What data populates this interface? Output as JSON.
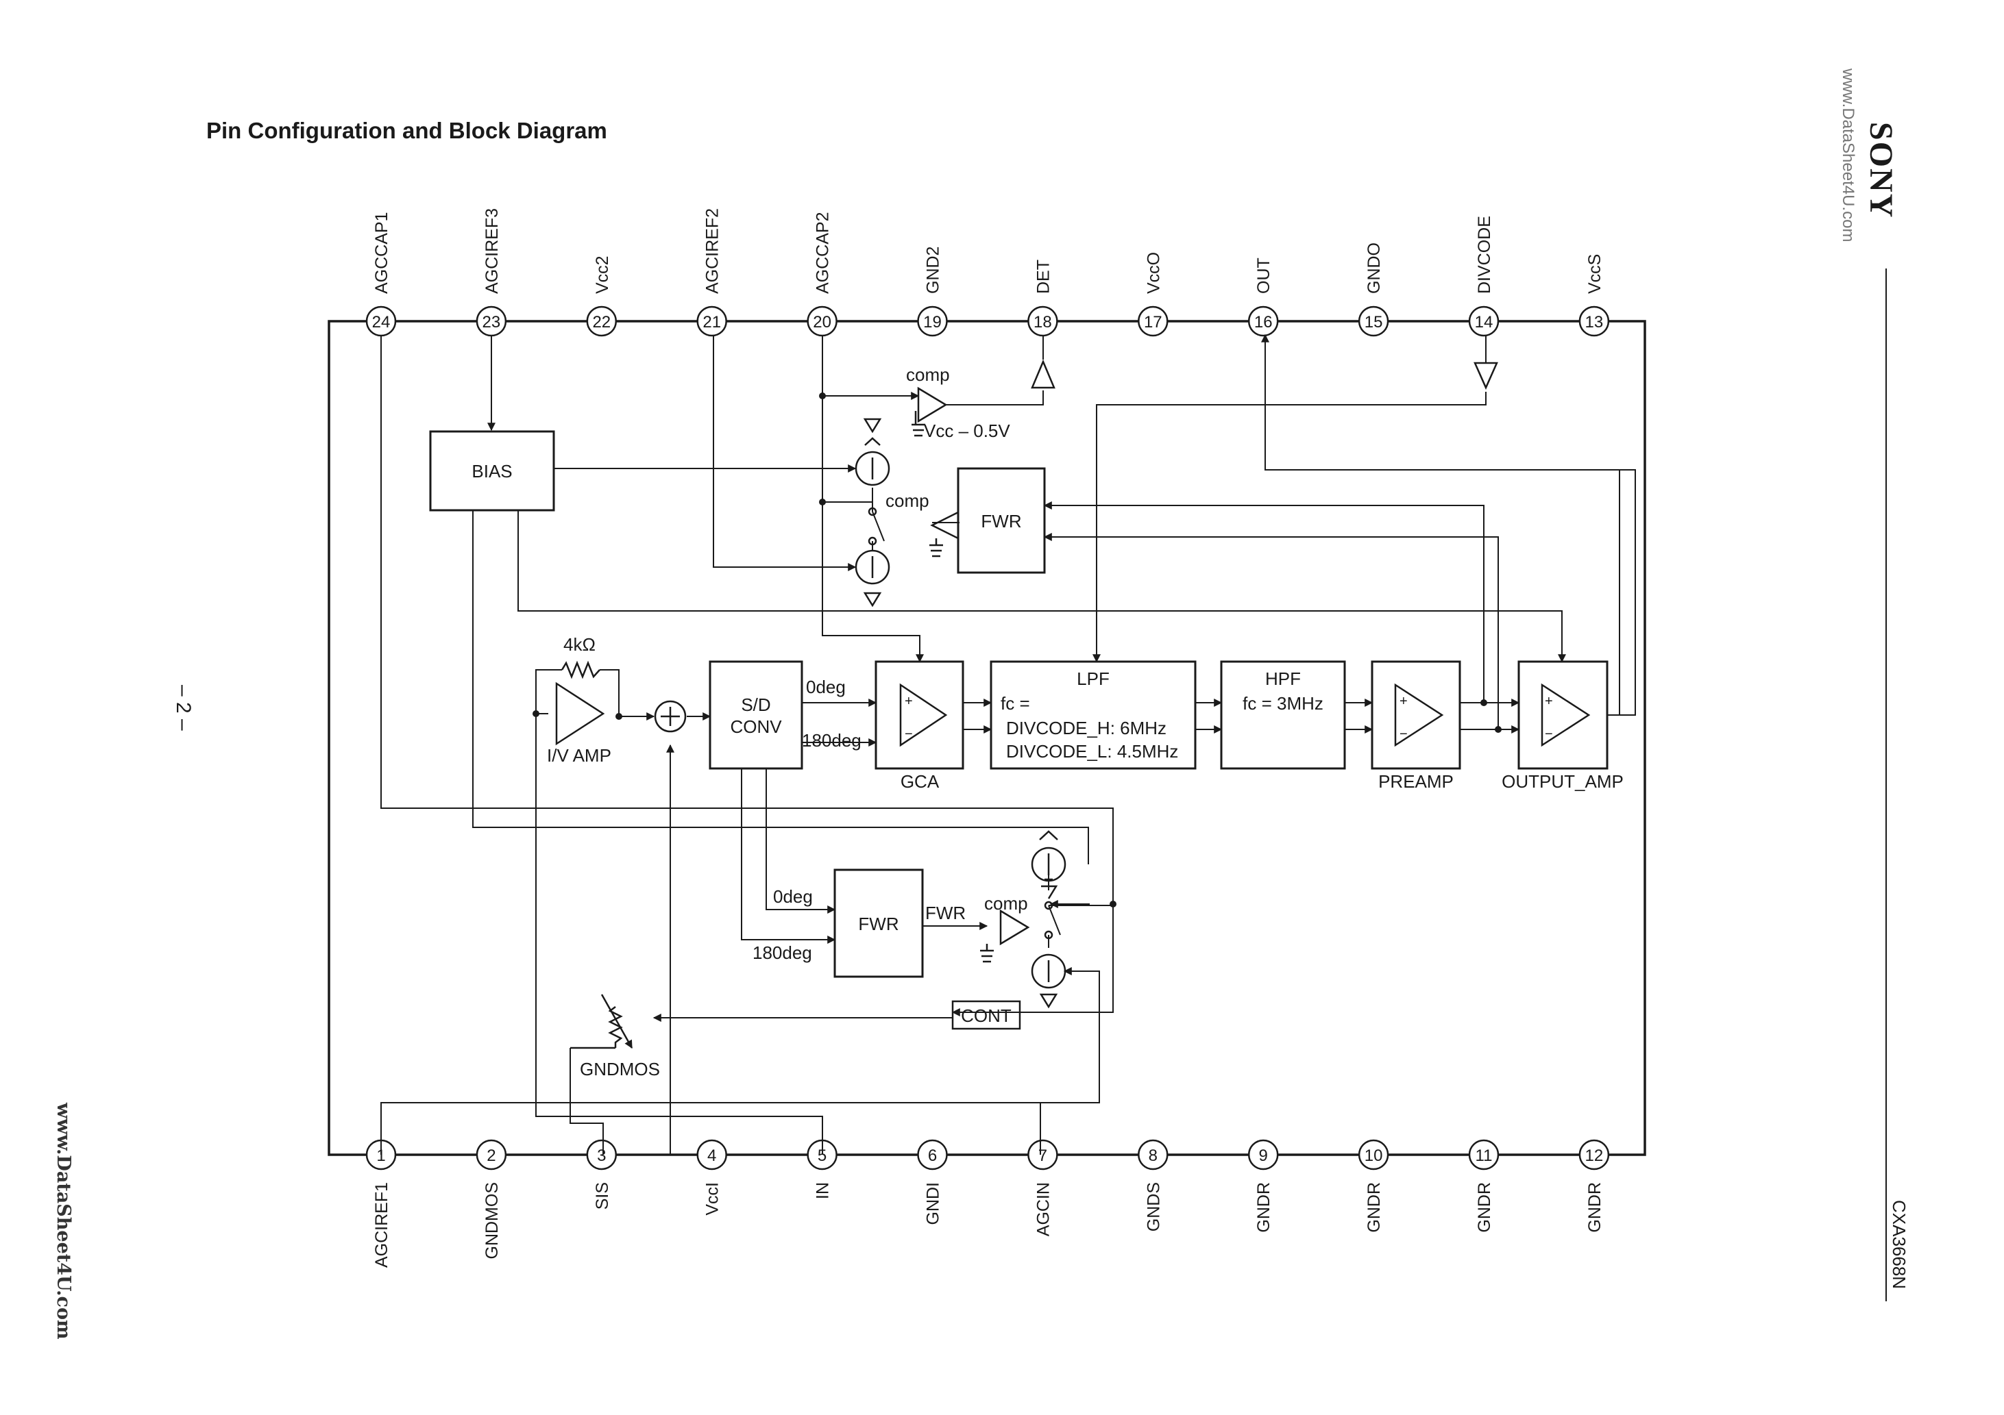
{
  "header": {
    "title": "Pin Configuration and Block Diagram",
    "brand": "SONY"
  },
  "watermark": {
    "side": "www.DataSheet4U.com",
    "bottom": "www.DataSheet4U.com"
  },
  "footer": {
    "page_number": "– 2 –",
    "part_number": "CXA3668N"
  },
  "pins_top": [
    {
      "num": "24",
      "name": "AGCCAP1"
    },
    {
      "num": "23",
      "name": "AGCIREF3"
    },
    {
      "num": "22",
      "name": "Vcc2"
    },
    {
      "num": "21",
      "name": "AGCIREF2"
    },
    {
      "num": "20",
      "name": "AGCCAP2"
    },
    {
      "num": "19",
      "name": "GND2"
    },
    {
      "num": "18",
      "name": "DET"
    },
    {
      "num": "17",
      "name": "VccO"
    },
    {
      "num": "16",
      "name": "OUT"
    },
    {
      "num": "15",
      "name": "GNDO"
    },
    {
      "num": "14",
      "name": "DIVCODE"
    },
    {
      "num": "13",
      "name": "VccS"
    }
  ],
  "pins_bottom": [
    {
      "num": "1",
      "name": "AGCIREF1"
    },
    {
      "num": "2",
      "name": "GNDMOS"
    },
    {
      "num": "3",
      "name": "SIS"
    },
    {
      "num": "4",
      "name": "VccI"
    },
    {
      "num": "5",
      "name": "IN"
    },
    {
      "num": "6",
      "name": "GNDI"
    },
    {
      "num": "7",
      "name": "AGCIN"
    },
    {
      "num": "8",
      "name": "GNDS"
    },
    {
      "num": "9",
      "name": "GNDR"
    },
    {
      "num": "10",
      "name": "GNDR"
    },
    {
      "num": "11",
      "name": "GNDR"
    },
    {
      "num": "12",
      "name": "GNDR"
    }
  ],
  "blocks": {
    "bias": "BIAS",
    "fwr_top": "FWR",
    "fwr_bottom": "FWR",
    "sd_conv": [
      "S/D",
      "CONV"
    ],
    "lpf": [
      "LPF",
      "fc =",
      "DIVCODE_H: 6MHz",
      "DIVCODE_L: 4.5MHz"
    ],
    "hpf": [
      "HPF",
      "fc = 3MHz"
    ],
    "cont": "CONT"
  },
  "labels": {
    "comp": "comp",
    "vcc_offset": "Vcc – 0.5V",
    "resistor": "4kΩ",
    "iv_amp": "I/V AMP",
    "gca": "GCA",
    "preamp": "PREAMP",
    "output_amp": "OUTPUT_AMP",
    "deg0": "0deg",
    "deg180": "180deg",
    "fwr_out": "FWR",
    "gndmos": "GNDMOS"
  }
}
